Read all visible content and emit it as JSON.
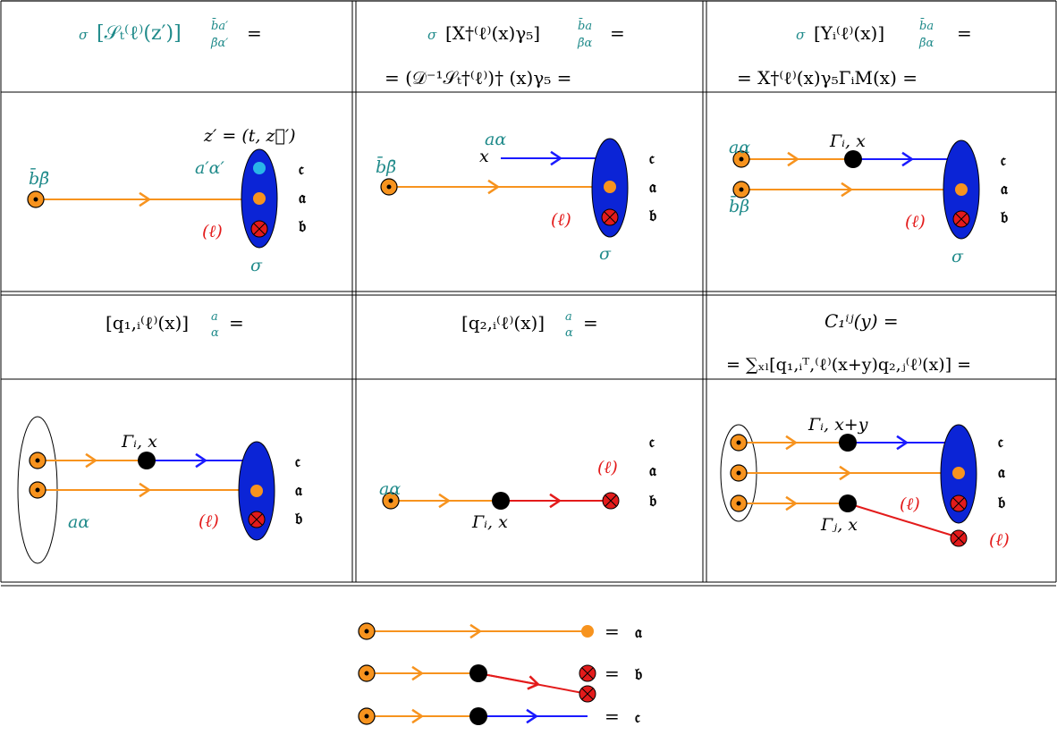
{
  "colors": {
    "orange": "#f7931e",
    "blue": "#1a1aff",
    "dark_blue": "#0b24d6",
    "red": "#e31b1b",
    "cyan": "#29b6e8",
    "teal": "#1f8a8a",
    "black": "#000000"
  },
  "flavors": {
    "c": "𝔠",
    "a": "𝔞",
    "b": "𝔟"
  },
  "headers": {
    "r1c1": {
      "sigma": "σ",
      "body": "[𝒮ₜ⁽ℓ⁾(z′)]",
      "idx_top": "b̄a′",
      "idx_bot": "β̄α′",
      "eq": "="
    },
    "r1c2": {
      "sigma": "σ",
      "body": "[X†⁽ℓ⁾(x)γ₅]",
      "idx_top": "b̄a",
      "idx_bot": "β̄α",
      "eq": "=",
      "line2": "= (𝒟⁻¹𝒮ₜ†⁽ℓ⁾)† (x)γ₅ ="
    },
    "r1c3": {
      "sigma": "σ",
      "body": "[Yᵢ⁽ℓ⁾(x)]",
      "idx_top": "b̄a",
      "idx_bot": "β̄α",
      "eq": "=",
      "line2": "= X†⁽ℓ⁾(x)γ₅ΓᵢM(x) ="
    },
    "r2c1": {
      "body": "[q₁,ᵢ⁽ℓ⁾(x)]",
      "idx_top": "a",
      "idx_bot": "α",
      "eq": "="
    },
    "r2c2": {
      "body": "[q₂,ᵢ⁽ℓ⁾(x)]",
      "idx_top": "a",
      "idx_bot": "α",
      "eq": "="
    },
    "r2c3": {
      "line1": "C₁ⁱʲ(y) =",
      "line2": "= ∑ₓₗ[q₁,ᵢᵀ,⁽ℓ⁾(x+y)q₂,ⱼ⁽ℓ⁾(x)] ="
    }
  },
  "labels": {
    "bbar_beta": "b̄β̄",
    "z_prime": "z′ = (t, z⃗′)",
    "a_prime_alpha_prime": "a′α′",
    "ell": "(ℓ)",
    "sigma": "σ",
    "a_alpha": "aα",
    "x": "x",
    "gamma_i_x": "Γᵢ, x",
    "bbar_beta2": "b̄β",
    "gamma_i_xy": "Γᵢ, x+y",
    "gamma_j_x": "Γⱼ, x"
  },
  "legend": {
    "eq": "="
  }
}
